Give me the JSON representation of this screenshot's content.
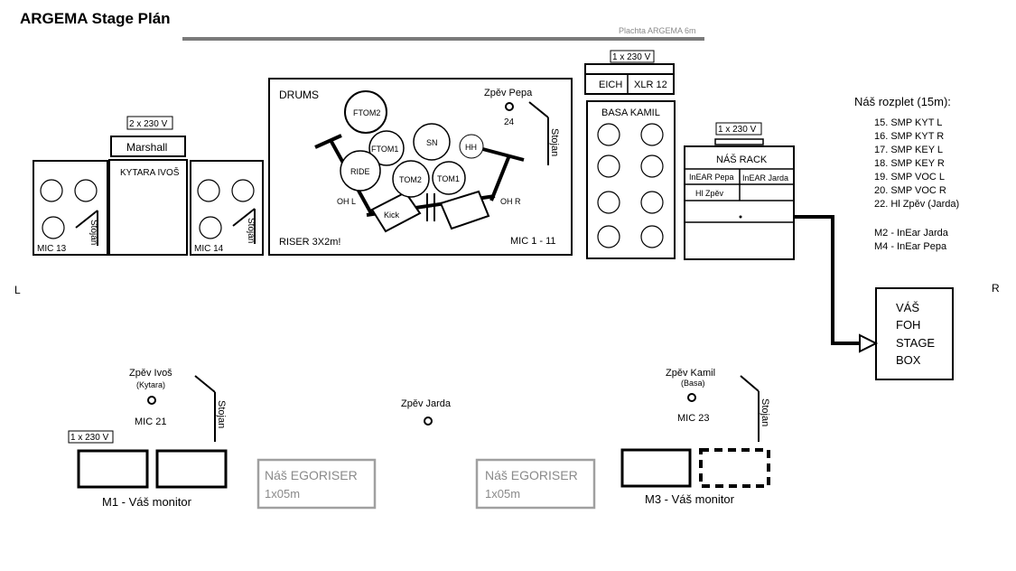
{
  "title": "ARGEMA Stage Plán",
  "banner_label": "Plachta ARGEMA 6m",
  "side_left": "L",
  "side_right": "R",
  "kytara": {
    "power": "2 x 230 V",
    "amp": "Marshall",
    "name": "KYTARA IVOŠ",
    "mic_left": "MIC 13",
    "mic_right": "MIC 14",
    "stand": "Stojan"
  },
  "drums": {
    "title": "DRUMS",
    "vocal": "Zpěv Pepa",
    "vocal_num": "24",
    "stand": "Stojan",
    "ftom2": "FTOM2",
    "ftom1": "FTOM1",
    "sn": "SN",
    "hh": "HH",
    "ride": "RIDE",
    "tom2": "TOM2",
    "tom1": "TOM1",
    "oh_l": "OH L",
    "oh_r": "OH R",
    "kick": "Kick",
    "riser": "RISER 3X2m!",
    "mics": "MIC 1 - 11"
  },
  "basa": {
    "power": "1 x 230 V",
    "eich": "EICH",
    "xlr": "XLR 12",
    "name": "BASA KAMIL"
  },
  "rack": {
    "power": "1 x 230 V",
    "name": "NÁŠ RACK",
    "inear_pepa": "InEAR Pepa",
    "inear_jarda": "InEAR Jarda",
    "hl_zpev": "Hl Zpěv"
  },
  "rozplet": {
    "title": "Náš rozplet (15m):",
    "items": [
      "15. SMP KYT L",
      "16. SMP KYT R",
      "17. SMP KEY L",
      "18. SMP KEY R",
      "19. SMP VOC L",
      "20. SMP VOC R",
      "22. Hl Zpěv (Jarda)"
    ],
    "monitors": [
      "M2 - InEar Jarda",
      "M4 - InEar Pepa"
    ]
  },
  "foh": {
    "lines": [
      "VÁŠ",
      "FOH",
      "STAGE",
      "BOX"
    ]
  },
  "front": {
    "ivos_vocal": "Zpěv Ivoš",
    "ivos_sub": "(Kytara)",
    "ivos_mic": "MIC 21",
    "jarda_vocal": "Zpěv Jarda",
    "kamil_vocal": "Zpěv Kamil",
    "kamil_sub": "(Basa)",
    "kamil_mic": "MIC 23",
    "stand": "Stojan",
    "m1_power": "1 x 230 V",
    "m1_label": "M1 - Váš monitor",
    "m3_label": "M3 - Váš monitor",
    "egoriser_name": "Náš EGORISER",
    "egoriser_size": "1x05m"
  }
}
